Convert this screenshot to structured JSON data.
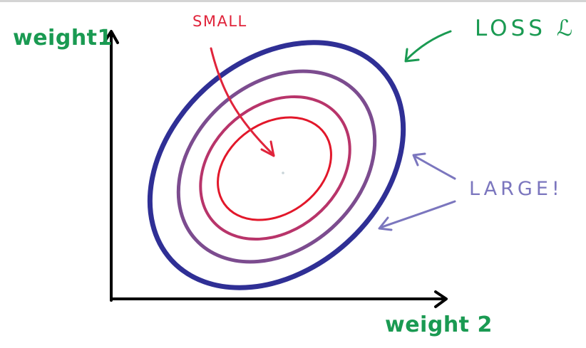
{
  "labels": {
    "y_axis": "weight1",
    "x_axis": "weight 2",
    "loss": "LOSS ℒ",
    "small": "SMALL",
    "large": "LARGE!"
  },
  "colors": {
    "axis": "#000000",
    "label_green": "#1a9a52",
    "small_red": "#e0243b",
    "large_purple": "#7b76be",
    "ring_outer": "#2f2f95",
    "ring_second": "#7c4c8f",
    "ring_third": "#b8346a",
    "ring_inner": "#e2172a",
    "center_dot": "#c8d4d8"
  },
  "contours": [
    {
      "level": "outer",
      "color_key": "ring_outer"
    },
    {
      "level": "second",
      "color_key": "ring_second"
    },
    {
      "level": "third",
      "color_key": "ring_third"
    },
    {
      "level": "inner",
      "color_key": "ring_inner"
    }
  ]
}
